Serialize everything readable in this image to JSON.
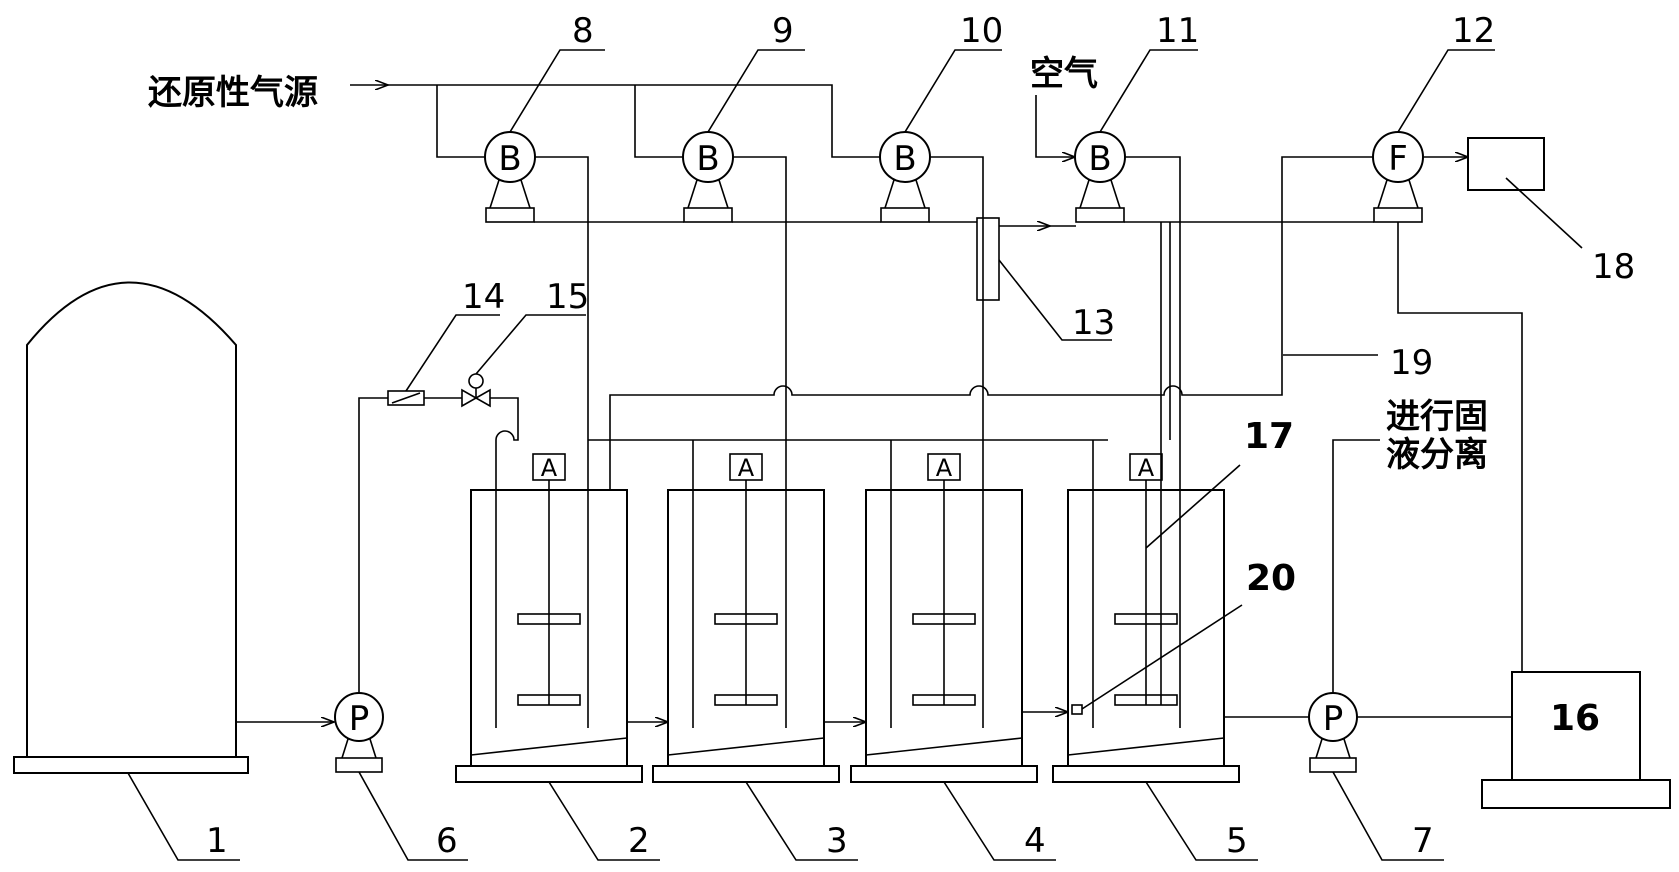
{
  "labels": {
    "reducing_gas_source": "还原性气源",
    "air": "空气",
    "solid_liquid_separation_line1": "进行固",
    "solid_liquid_separation_line2": "液分离"
  },
  "component_numbers": {
    "n1": "1",
    "n2": "2",
    "n3": "3",
    "n4": "4",
    "n5": "5",
    "n6": "6",
    "n7": "7",
    "n8": "8",
    "n9": "9",
    "n10": "10",
    "n11": "11",
    "n12": "12",
    "n13": "13",
    "n14": "14",
    "n15": "15",
    "n16": "16",
    "n17": "17",
    "n18": "18",
    "n19": "19",
    "n20": "20"
  },
  "symbols": {
    "blower": "B",
    "fan": "F",
    "pump": "P",
    "agitator_motor": "A"
  }
}
